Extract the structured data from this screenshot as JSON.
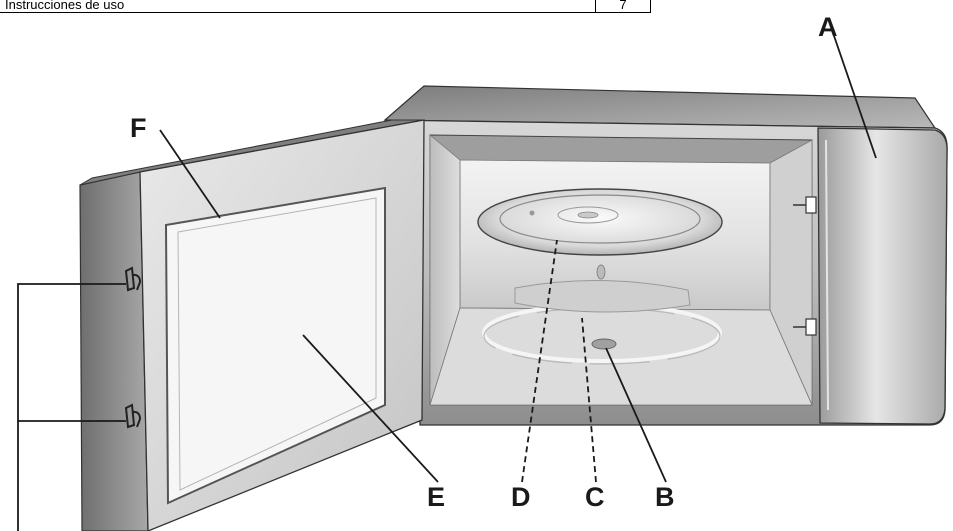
{
  "header": {
    "title": "Instrucciones de uso",
    "page": "7"
  },
  "callouts": {
    "a": "A",
    "b": "B",
    "c": "C",
    "d": "D",
    "e": "E",
    "f": "F"
  },
  "colors": {
    "ink": "#1a1a1a",
    "metal_light": "#ececec",
    "metal_dark": "#8a8a8a"
  }
}
